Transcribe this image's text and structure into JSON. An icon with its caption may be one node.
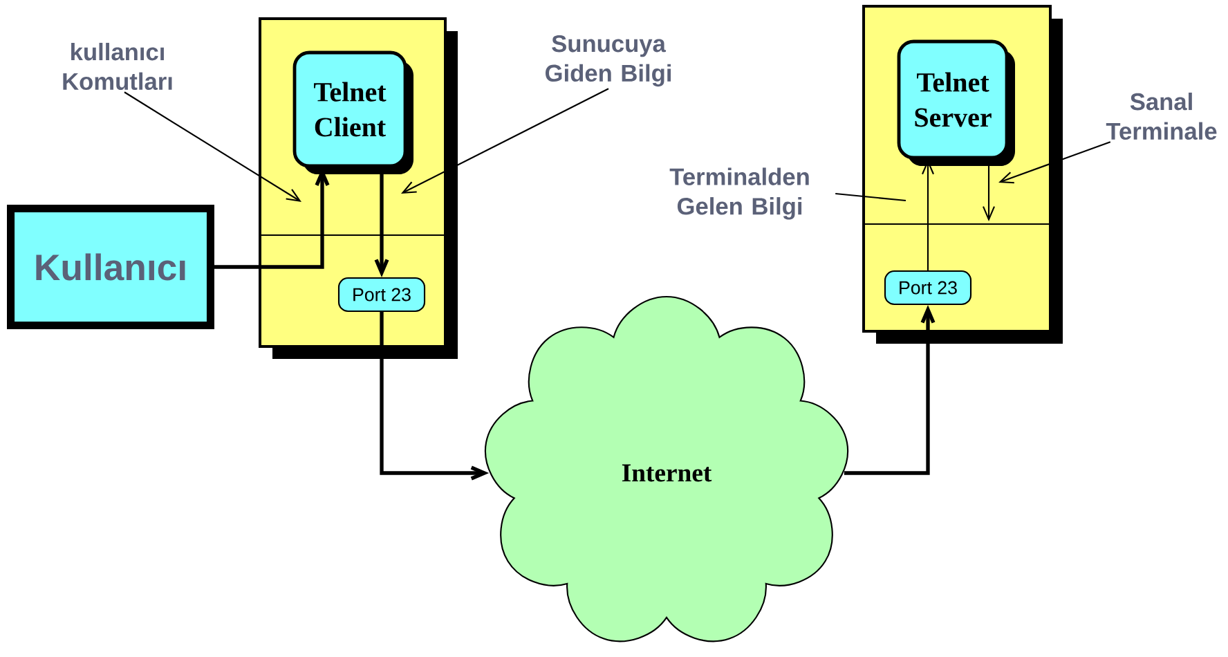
{
  "diagram": {
    "nodes": [
      {
        "text": [],
        "shape": "box"
      },
      {
        "text": [
          "Telnet Client"
        ],
        "in": 0
      },
      {
        "text": [
          "Port 23"
        ],
        "in": 0
      },
      {
        "text": [
          "Kullanıcı"
        ]
      },
      {
        "text": [],
        "shape": "box"
      },
      {
        "text": [
          "Telnet Server"
        ],
        "in": 4
      },
      {
        "text": [
          "Port 23"
        ],
        "in": 4
      },
      {
        "text": [
          "Internet"
        ]
      },
      {
        "text": [
          "kullanıcı Komutları"
        ]
      },
      {
        "text": [
          "Sunucuya Giden Bilgi"
        ]
      },
      {
        "text": [
          "Terminalden Gelen Bilgi"
        ]
      },
      {
        "text": [
          "Sanal Terminale"
        ]
      }
    ],
    "edges": [
      {
        "from": 3,
        "to": 1,
        "arrow": "to",
        "style": "thick"
      },
      {
        "from": 1,
        "to": 2,
        "arrow": "to",
        "style": "thick"
      },
      {
        "from": 2,
        "to": 7,
        "arrow": "to",
        "style": "thick"
      },
      {
        "from": 7,
        "to": 6,
        "arrow": "to",
        "style": "thick"
      },
      {
        "from": 6,
        "to": 5,
        "arrow": "to"
      },
      {
        "from": 5,
        "to": null,
        "arrow": "to"
      },
      {
        "from": 8,
        "to": 0,
        "arrow": "to"
      },
      {
        "from": 9,
        "to": 0,
        "arrow": "to"
      },
      {
        "from": 10,
        "to": 4,
        "arrow": "none"
      },
      {
        "from": 11,
        "to": 4,
        "arrow": "to"
      }
    ]
  }
}
